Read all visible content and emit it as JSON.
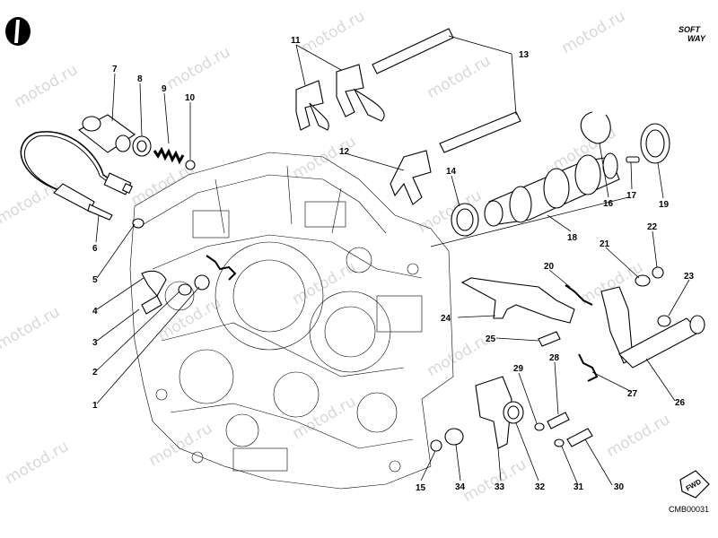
{
  "watermark": "motod.ru",
  "brand": {
    "line1": "SOFT",
    "line2": "WAY"
  },
  "code": "CMB00031",
  "fwd": "FWD",
  "callouts": [
    "1",
    "2",
    "3",
    "4",
    "5",
    "6",
    "7",
    "8",
    "9",
    "10",
    "11",
    "12",
    "13",
    "14",
    "15",
    "16",
    "17",
    "18",
    "19",
    "20",
    "21",
    "22",
    "23",
    "24",
    "25",
    "26",
    "27",
    "28",
    "29",
    "30",
    "31",
    "32",
    "33",
    "34"
  ]
}
